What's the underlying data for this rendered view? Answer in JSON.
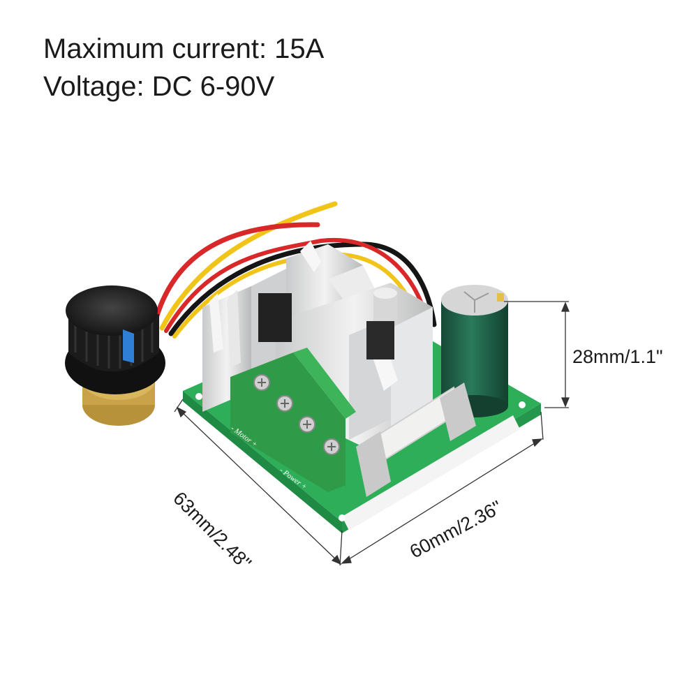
{
  "specs": {
    "max_current": "Maximum current: 15A",
    "voltage": "Voltage: DC 6-90V"
  },
  "dimensions": {
    "height": "28mm/1.1\"",
    "depth": "63mm/2.48\"",
    "width": "60mm/2.36\""
  },
  "board_labels": {
    "motor": "- Motor +",
    "power": "- Power +"
  },
  "colors": {
    "pcb": "#2fae5a",
    "heatsink": "#d9dadb",
    "capacitor": "#1f5c45",
    "terminal": "#2f9a48",
    "knob": "#1b1b1b",
    "knob_indicator": "#2f7fd6",
    "wire_red": "#d8282a",
    "wire_yellow": "#f0c419",
    "wire_black": "#151515"
  }
}
